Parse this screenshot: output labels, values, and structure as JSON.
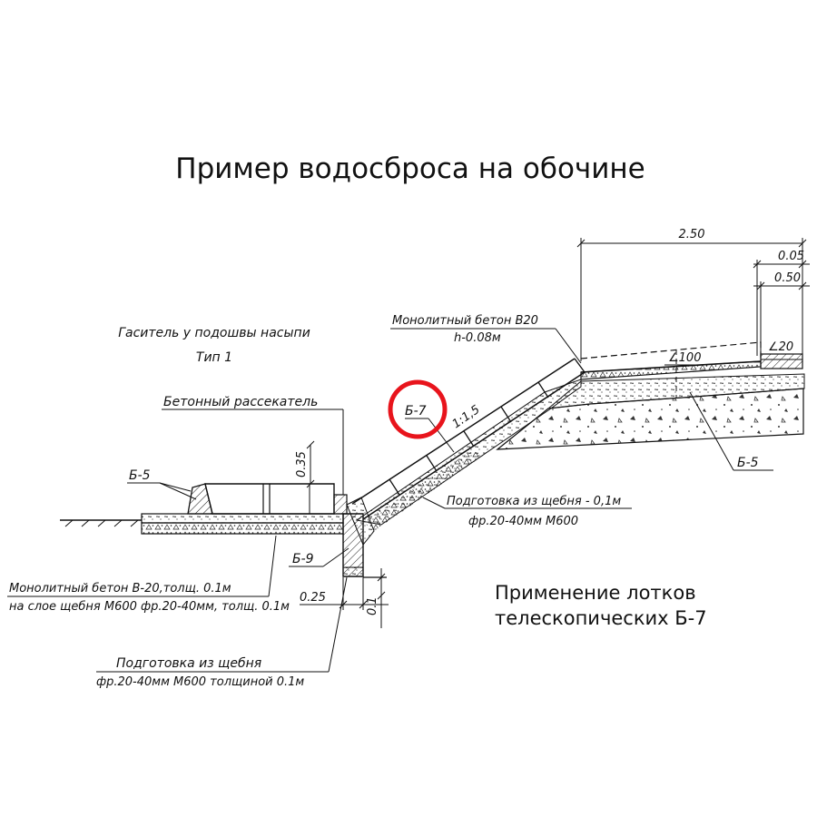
{
  "diagram": {
    "title": "Пример водосброса на обочине",
    "caption_line1": "Применение лотков",
    "caption_line2": "телескопических Б-7",
    "labels": {
      "gasitel_line1": "Гаситель у подошвы насыпи",
      "gasitel_line2": "Тип 1",
      "rassekatel": "Бетонный рассекатель",
      "monolit_top_line1": "Монолитный бетон В20",
      "monolit_top_line2": "h-0.08м",
      "b7": "Б-7",
      "slope": "1:1,5",
      "b5_left": "Б-5",
      "b5_right": "Б-5",
      "b9": "Б-9",
      "podgotovka_slope_line1": "Подготовка из щебня - 0,1м",
      "podgotovka_slope_line2": "фр.20-40мм М600",
      "monolit_bottom_line1": "Монолитный бетон В-20,толщ. 0.1м",
      "monolit_bottom_line2": "на слое щебня М600 фр.20-40мм, толщ. 0.1м",
      "podgotovka_bottom_line1": "Подготовка из щебня",
      "podgotovka_bottom_line2": "фр.20-40мм М600 толщиной 0.1м"
    },
    "dimensions": {
      "width_total": "2.50",
      "top_small": "0.05",
      "top_second": "0.50",
      "angle_100": "∠100",
      "angle_20": "∠20",
      "height_035": "0.35",
      "width_025": "0.25",
      "height_01": "0.1"
    },
    "highlight_color": "#e8141c"
  }
}
